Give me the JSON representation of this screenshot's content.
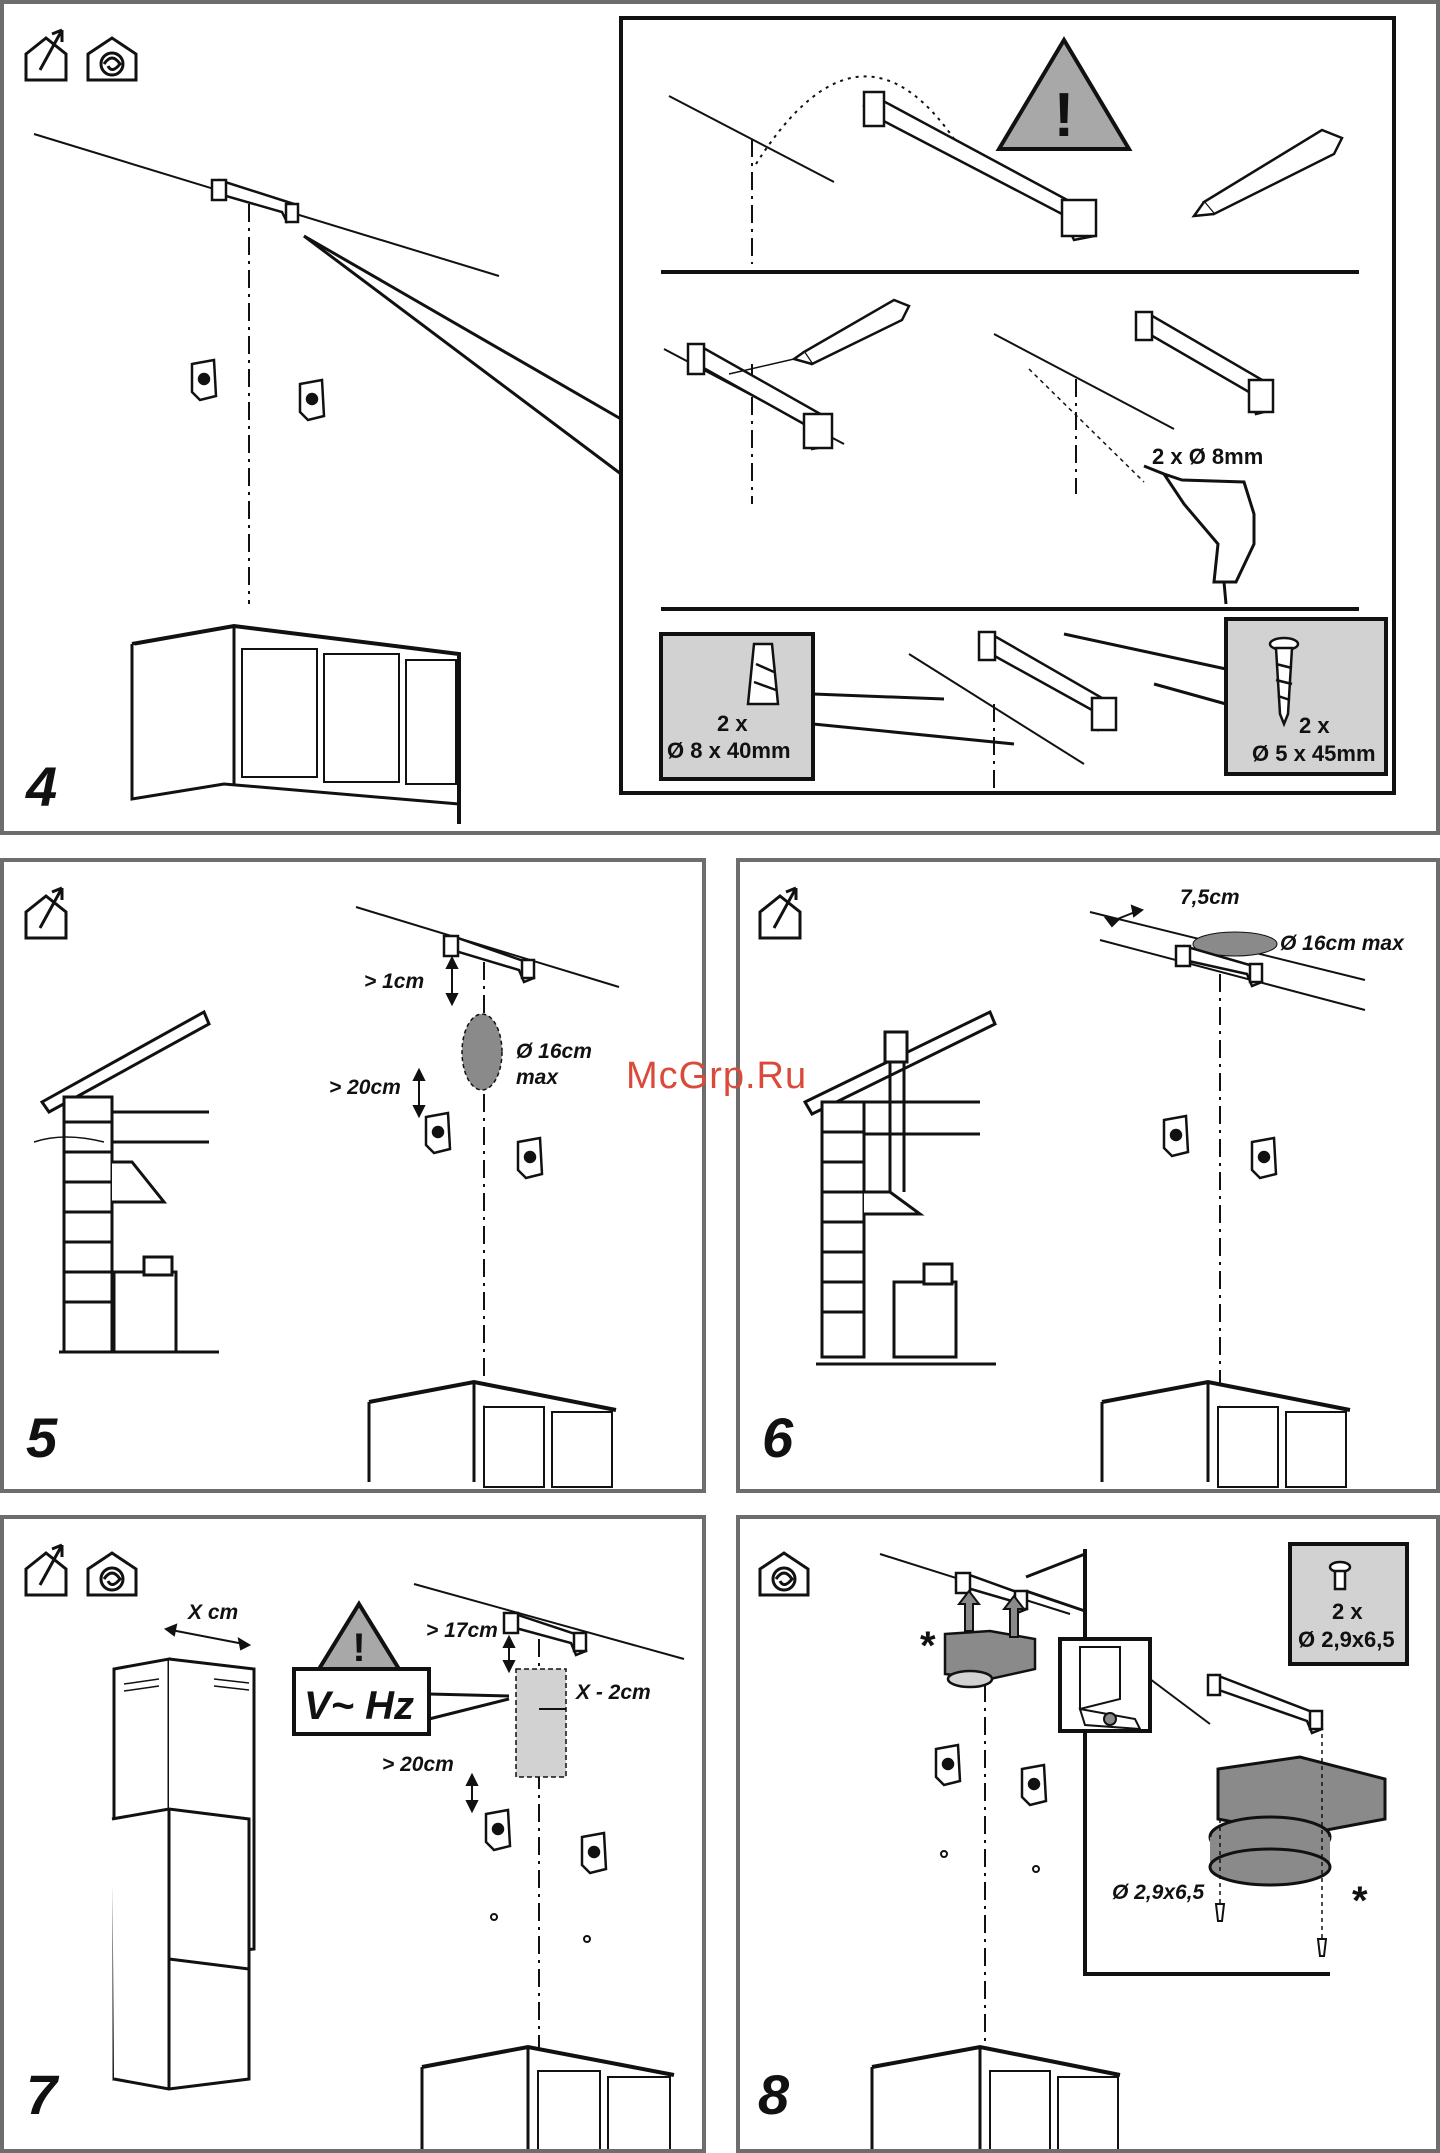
{
  "panels": {
    "p4": {
      "number": "4",
      "labels": {
        "drill": "2 x Ø 8mm",
        "plug_count": "2 x",
        "plug_size": "Ø 8 x 40mm",
        "screw_count": "2 x",
        "screw_size": "Ø 5 x 45mm"
      }
    },
    "p5": {
      "number": "5",
      "labels": {
        "gap_top": "> 1cm",
        "hole": "Ø 16cm",
        "hole_max": "max",
        "gap_bottom": "> 20cm"
      }
    },
    "p6": {
      "number": "6",
      "labels": {
        "offset": "7,5cm",
        "hole": "Ø 16cm max"
      }
    },
    "p7": {
      "number": "7",
      "labels": {
        "chimney_width": "X cm",
        "gap_top": "> 17cm",
        "socket_offset": "X - 2cm",
        "gap_bottom": "> 20cm",
        "voltage": "V~ Hz"
      }
    },
    "p8": {
      "number": "8",
      "labels": {
        "screw_count": "2 x",
        "screw_size": "Ø 2,9x6,5",
        "detail_screw": "Ø 2,9x6,5",
        "asterisk": "*"
      }
    }
  },
  "watermark": "McGrp.Ru",
  "colors": {
    "border": "#6d6d6d",
    "line": "#111111",
    "gray_fill": "#8a8a8a",
    "light_fill": "#d2d2d2",
    "warning_fill": "#a8a8a8",
    "watermark": "#d94a3a"
  }
}
